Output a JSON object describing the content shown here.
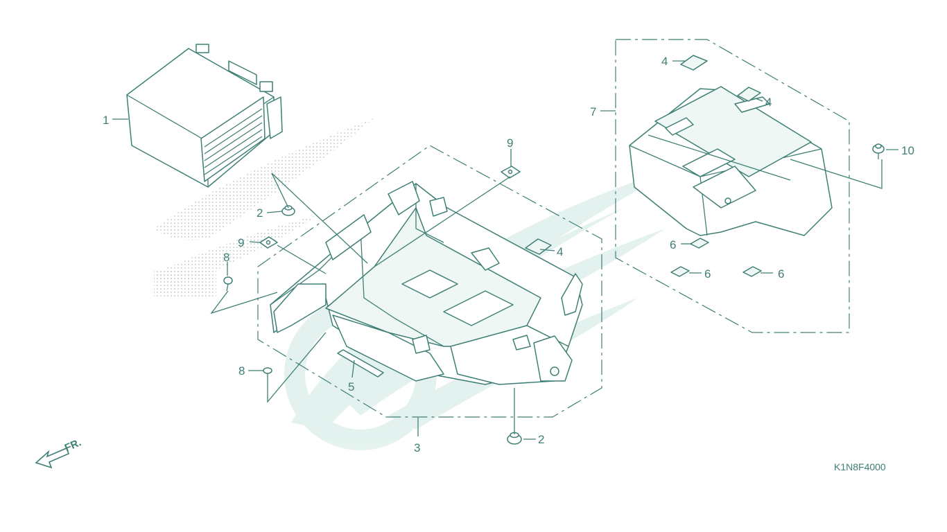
{
  "diagram_code": "K1N8F4000",
  "front_indicator": "FR.",
  "callouts": [
    {
      "id": "c1",
      "text": "1"
    },
    {
      "id": "c2a",
      "text": "2"
    },
    {
      "id": "c2b",
      "text": "2"
    },
    {
      "id": "c3",
      "text": "3"
    },
    {
      "id": "c4a",
      "text": "4"
    },
    {
      "id": "c4b",
      "text": "4"
    },
    {
      "id": "c4c",
      "text": "4"
    },
    {
      "id": "c5",
      "text": "5"
    },
    {
      "id": "c6a",
      "text": "6"
    },
    {
      "id": "c6b",
      "text": "6"
    },
    {
      "id": "c6c",
      "text": "6"
    },
    {
      "id": "c7",
      "text": "7"
    },
    {
      "id": "c8a",
      "text": "8"
    },
    {
      "id": "c8b",
      "text": "8"
    },
    {
      "id": "c9a",
      "text": "9"
    },
    {
      "id": "c9b",
      "text": "9"
    },
    {
      "id": "c10",
      "text": "10"
    }
  ],
  "colors": {
    "line": "#3d7f74",
    "watermark": "#cfe9e2",
    "background": "#ffffff"
  }
}
